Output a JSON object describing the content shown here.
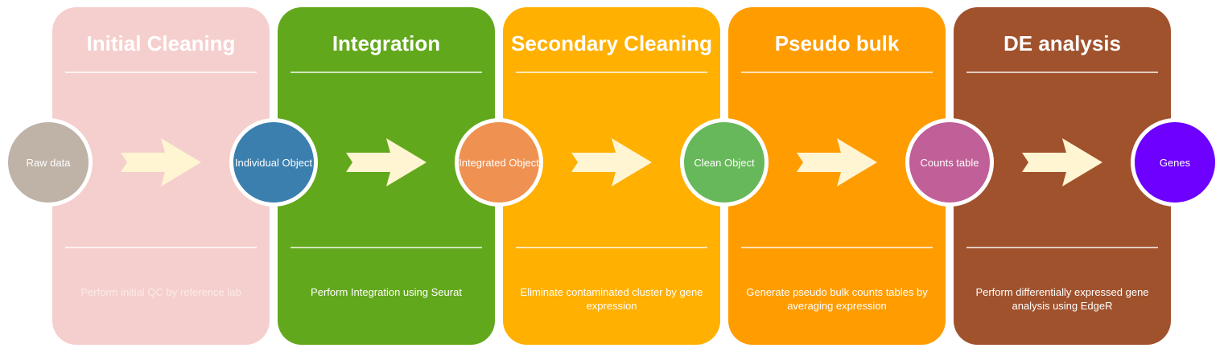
{
  "stages": [
    {
      "title": "Initial Cleaning",
      "description": "Perform initial QC by reference lab",
      "color": "#f5cfcd",
      "desc_color": "#fbeaea"
    },
    {
      "title": "Integration",
      "description": "Perform Integration using Seurat",
      "color": "#62a81c",
      "desc_color": "#ffffff"
    },
    {
      "title": "Secondary Cleaning",
      "description": "Eliminate contaminated cluster by gene expression",
      "color": "#ffb000",
      "desc_color": "#ffffff"
    },
    {
      "title": "Pseudo bulk",
      "description": "Generate pseudo bulk counts tables by averaging expression",
      "color": "#ff9c00",
      "desc_color": "#ffffff"
    },
    {
      "title": "DE analysis",
      "description": "Perform differentially expressed gene analysis using EdgeR",
      "color": "#a0522d",
      "desc_color": "#ffffff"
    }
  ],
  "nodes": [
    {
      "label": "Raw data",
      "color": "#bfb2a6"
    },
    {
      "label": "Individual Object",
      "color": "#3a7fae"
    },
    {
      "label": "Integrated Object",
      "color": "#ef9150"
    },
    {
      "label": "Clean Object",
      "color": "#67b85a"
    },
    {
      "label": "Counts table",
      "color": "#c05f98"
    },
    {
      "label": "Genes",
      "color": "#6d00ff"
    }
  ],
  "arrow_color": "#fff5d2"
}
